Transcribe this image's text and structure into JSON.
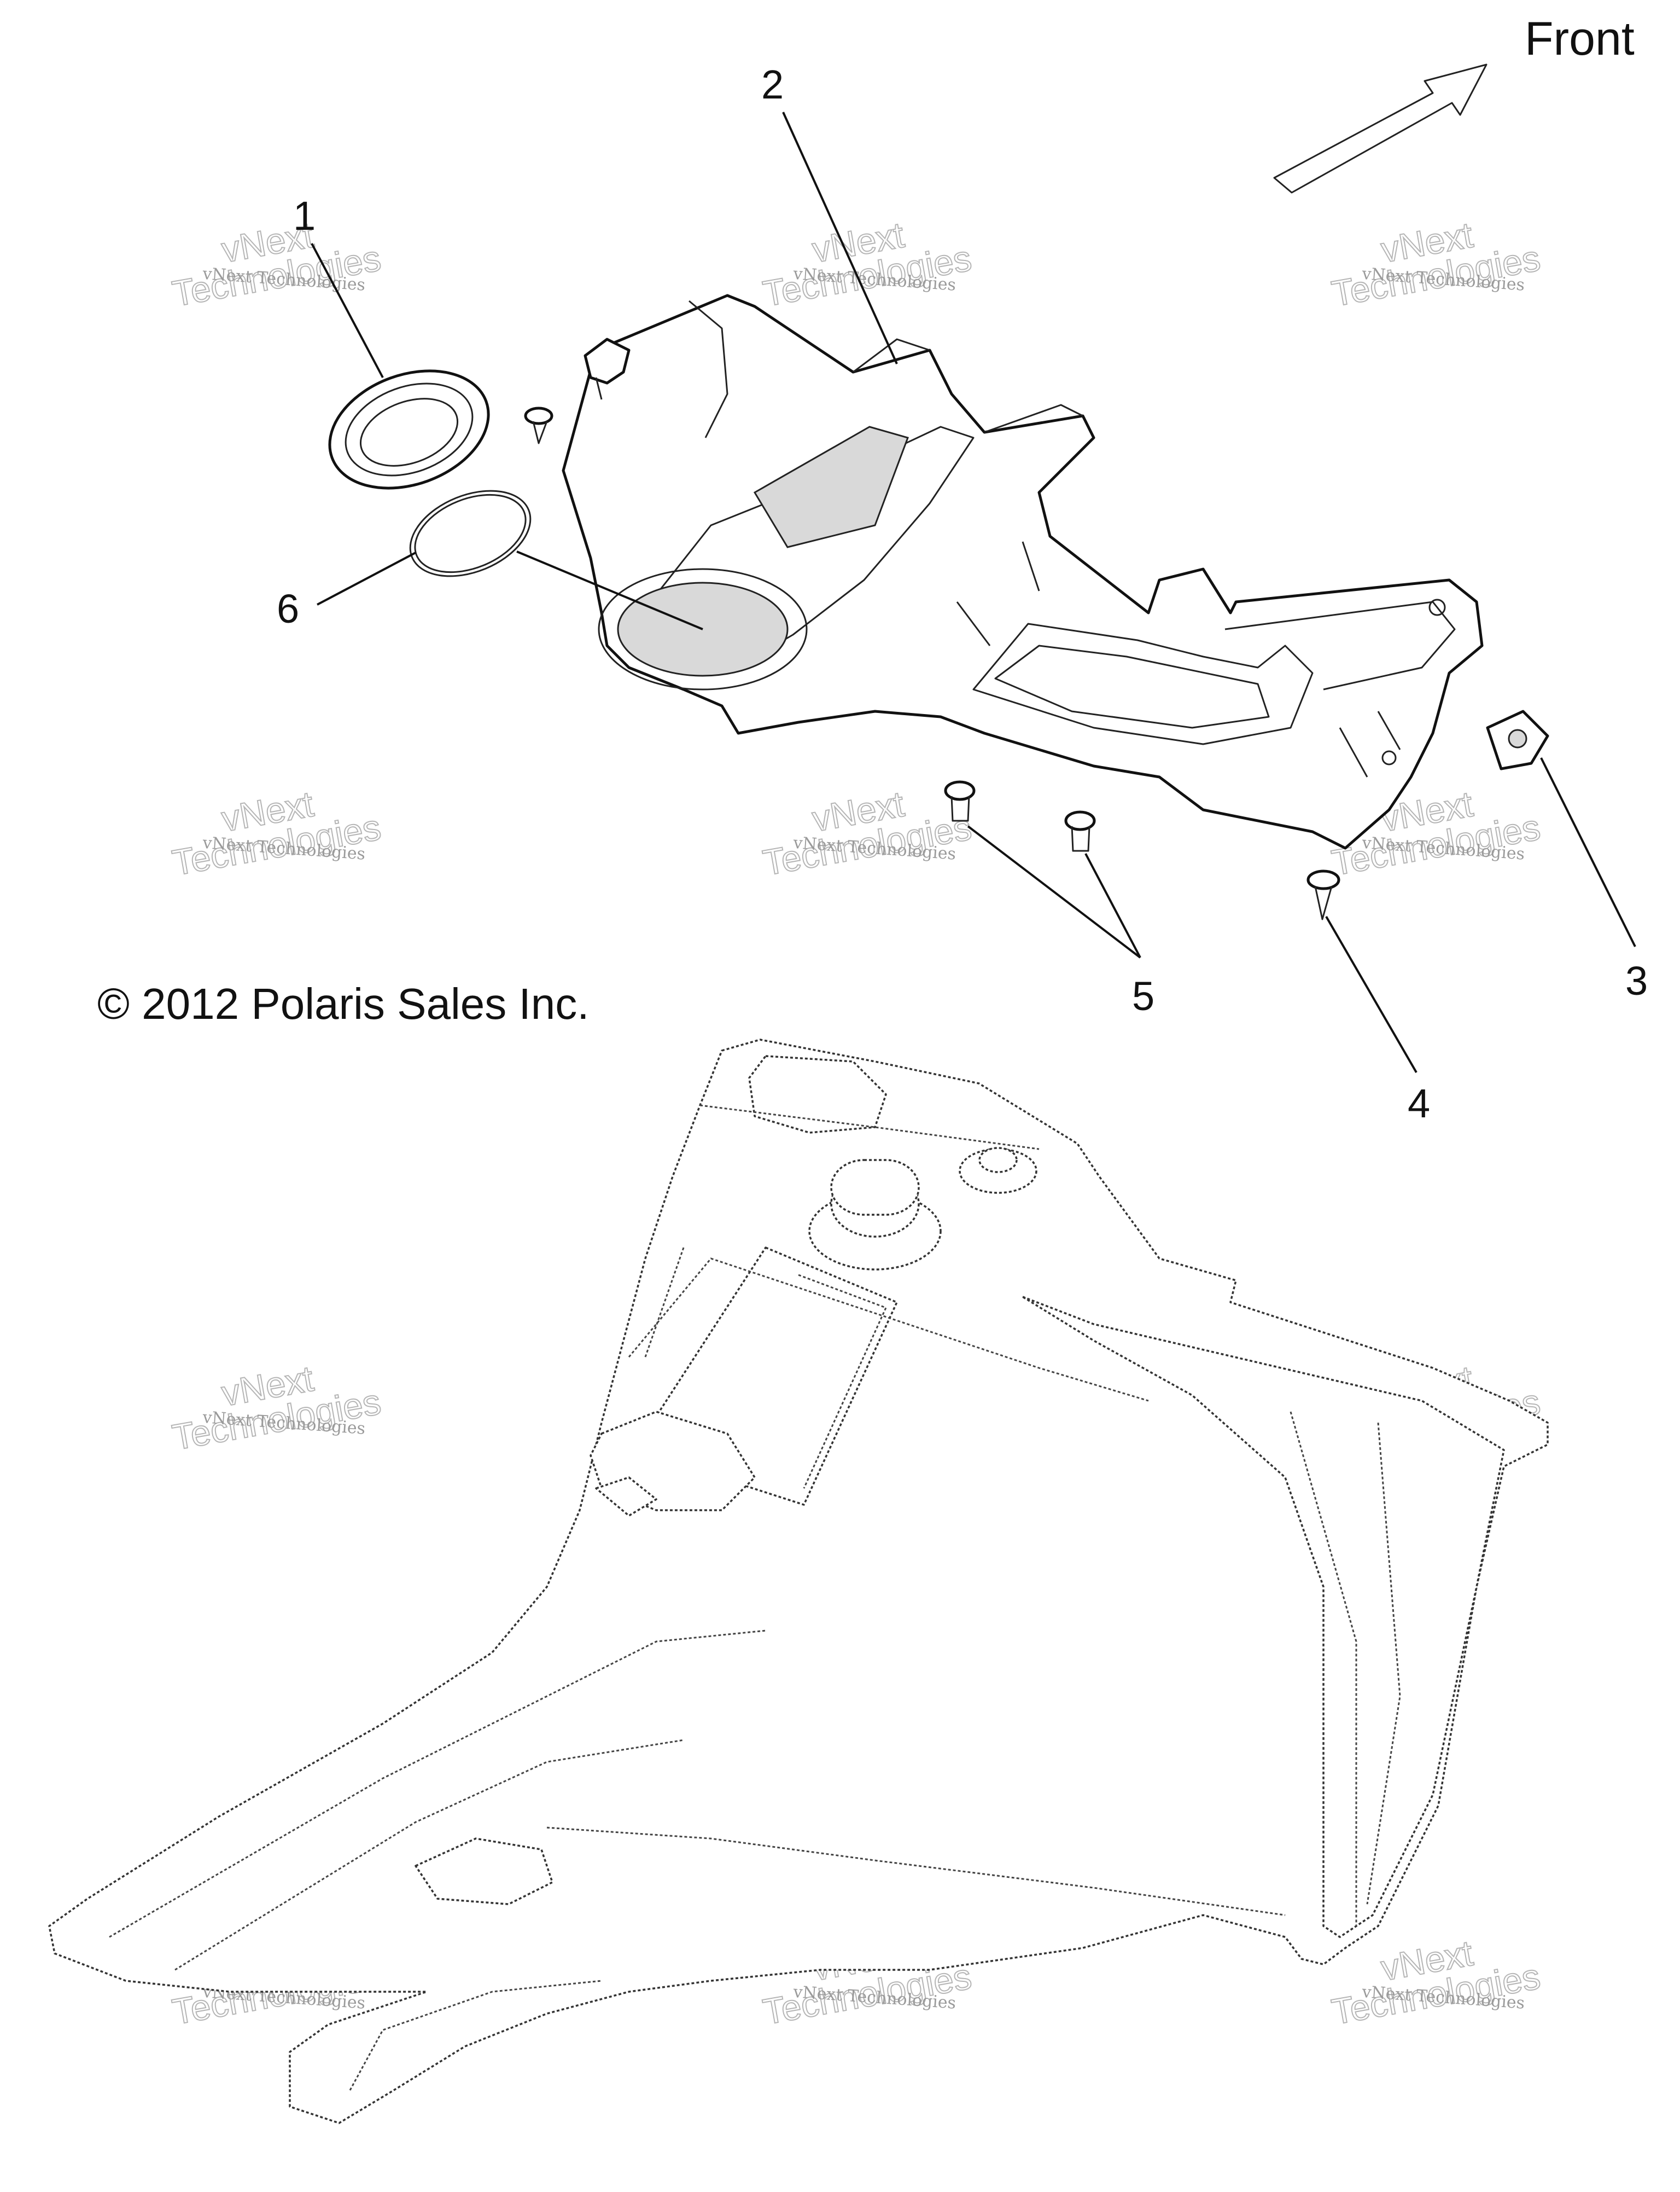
{
  "front_label": "Front",
  "copyright": "© 2012 Polaris Sales Inc.",
  "watermark": {
    "line1": "vNext Technologies",
    "line2": "vNext",
    "line3": "Technologies"
  },
  "callouts": [
    {
      "id": "1",
      "label": "1"
    },
    {
      "id": "2",
      "label": "2"
    },
    {
      "id": "3",
      "label": "3"
    },
    {
      "id": "4",
      "label": "4"
    },
    {
      "id": "5",
      "label": "5"
    },
    {
      "id": "6",
      "label": "6"
    }
  ],
  "colors": {
    "line": "#111111",
    "background": "#ffffff",
    "watermark": "#9a9a9a"
  }
}
